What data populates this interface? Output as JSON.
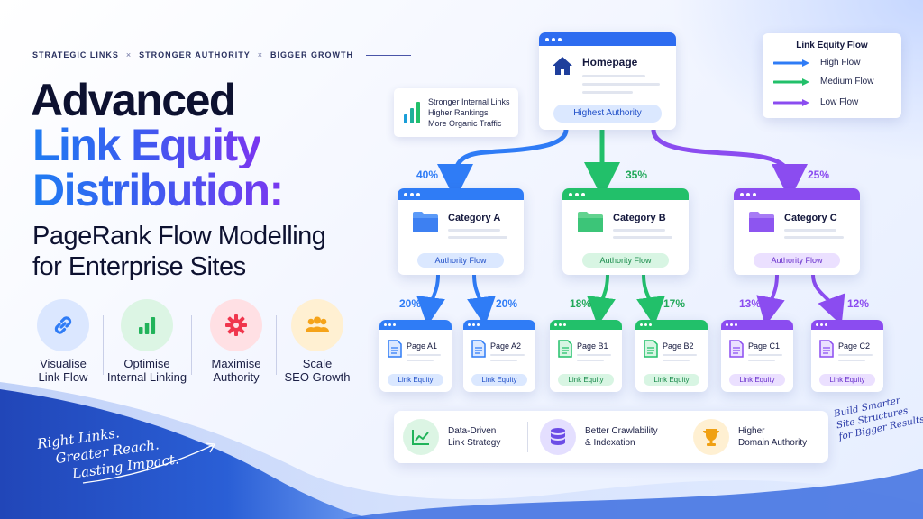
{
  "header": {
    "tagline": [
      "STRATEGIC LINKS",
      "STRONGER AUTHORITY",
      "BIGGER GROWTH"
    ],
    "tagline_sep": "×",
    "title_line1": "Advanced",
    "title_line2": "Link Equity",
    "title_line3": "Distribution:",
    "subtitle_line1": "PageRank Flow Modelling",
    "subtitle_line2": "for Enterprise Sites"
  },
  "features": [
    {
      "icon": "link-icon",
      "line1": "Visualise",
      "line2": "Link Flow",
      "color": "#2f7cf6",
      "bg": "#dbe7ff"
    },
    {
      "icon": "bar-chart-icon",
      "line1": "Optimise",
      "line2": "Internal Linking",
      "color": "#21b35a",
      "bg": "#dcf5e4"
    },
    {
      "icon": "gear-icon",
      "line1": "Maximise",
      "line2": "Authority",
      "color": "#f0364d",
      "bg": "#ffe0e4"
    },
    {
      "icon": "people-icon",
      "line1": "Scale",
      "line2": "SEO Growth",
      "color": "#f5a31a",
      "bg": "#fff0d2"
    }
  ],
  "script_left": [
    "Right Links.",
    "Greater Reach.",
    "Lasting Impact."
  ],
  "script_right": [
    "Build Smarter",
    "Site Structures",
    "for Bigger Results."
  ],
  "stats": {
    "icon": "bar-chart-icon",
    "lines": [
      "Stronger Internal Links",
      "Higher Rankings",
      "More Organic Traffic"
    ]
  },
  "legend": {
    "title": "Link Equity Flow",
    "items": [
      {
        "label": "High Flow",
        "color": "#2f7cf6"
      },
      {
        "label": "Medium Flow",
        "color": "#22c06a"
      },
      {
        "label": "Low Flow",
        "color": "#8b4cf0"
      }
    ]
  },
  "homepage": {
    "label": "Homepage",
    "badge": "Highest Authority",
    "icon": "home-icon",
    "color": "#2d6cf0"
  },
  "categories": [
    {
      "label": "Category A",
      "badge": "Authority Flow",
      "pct": "40%",
      "color": "#2f7cf6",
      "pill_bg": "#dbe8ff",
      "pill_fg": "#2150c8"
    },
    {
      "label": "Category B",
      "badge": "Authority Flow",
      "pct": "35%",
      "color": "#22c06a",
      "pill_bg": "#d8f5e3",
      "pill_fg": "#188a4a"
    },
    {
      "label": "Category C",
      "badge": "Authority Flow",
      "pct": "25%",
      "color": "#8b4cf0",
      "pill_bg": "#ebe0ff",
      "pill_fg": "#6a30cc"
    }
  ],
  "pages": [
    {
      "label": "Page A1",
      "badge": "Link Equity",
      "pct": "20%",
      "group": 0
    },
    {
      "label": "Page A2",
      "badge": "Link Equity",
      "pct": "20%",
      "group": 0
    },
    {
      "label": "Page B1",
      "badge": "Link Equity",
      "pct": "18%",
      "group": 1
    },
    {
      "label": "Page B2",
      "badge": "Link Equity",
      "pct": "17%",
      "group": 1
    },
    {
      "label": "Page C1",
      "badge": "Link Equity",
      "pct": "13%",
      "group": 2
    },
    {
      "label": "Page C2",
      "badge": "Link Equity",
      "pct": "12%",
      "group": 2
    }
  ],
  "benefits": [
    {
      "icon": "trend-chart-icon",
      "line1": "Data-Driven",
      "line2": "Link Strategy",
      "color": "#21b35a",
      "bg": "#dcf5e4"
    },
    {
      "icon": "database-icon",
      "line1": "Better Crawlability",
      "line2": "& Indexation",
      "color": "#6b4ce6",
      "bg": "#e4dfff"
    },
    {
      "icon": "trophy-icon",
      "line1": "Higher",
      "line2": "Domain Authority",
      "color": "#f0a012",
      "bg": "#fff0d2"
    }
  ]
}
